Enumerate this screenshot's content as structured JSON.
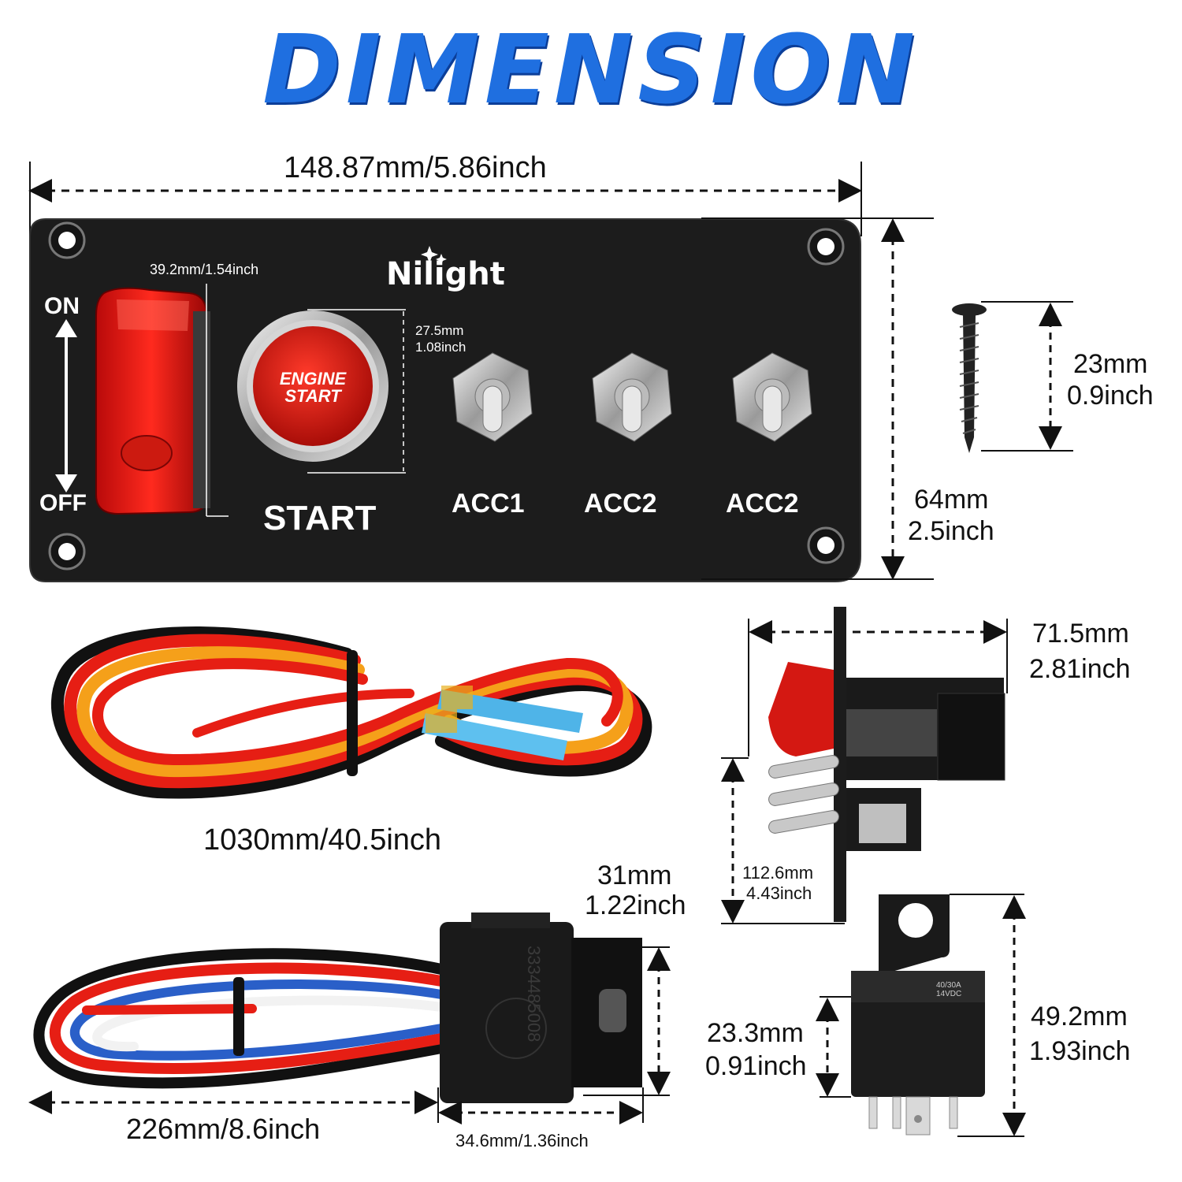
{
  "title": "DIMENSION",
  "panel": {
    "brand": "Nilight",
    "on": "ON",
    "off": "OFF",
    "engine_line1": "ENGINE",
    "engine_line2": "START",
    "start": "START",
    "acc1": "ACC1",
    "acc2a": "ACC2",
    "acc2b": "ACC2",
    "cover_dim": "39.2mm/1.54inch",
    "button_dim_mm": "27.5mm",
    "button_dim_in": "1.08inch"
  },
  "dimensions": {
    "width": "148.87mm/5.86inch",
    "height_mm": "64mm",
    "height_in": "2.5inch",
    "screw_mm": "23mm",
    "screw_in": "0.9inch",
    "wire": "1030mm/40.5inch",
    "depth_mm": "71.5mm",
    "depth_in": "2.81inch",
    "side_mm": "112.6mm",
    "side_in": "4.43inch",
    "socket_h_mm": "31mm",
    "socket_h_in": "1.22inch",
    "socket_cable": "226mm/8.6inch",
    "socket_w": "34.6mm/1.36inch",
    "relay_w_mm": "23.3mm",
    "relay_w_in": "0.91inch",
    "relay_h_mm": "49.2mm",
    "relay_h_in": "1.93inch"
  },
  "socket": {
    "code": "3334485008"
  },
  "relay": {
    "rating": "40/30A",
    "voltage": "14VDC"
  }
}
